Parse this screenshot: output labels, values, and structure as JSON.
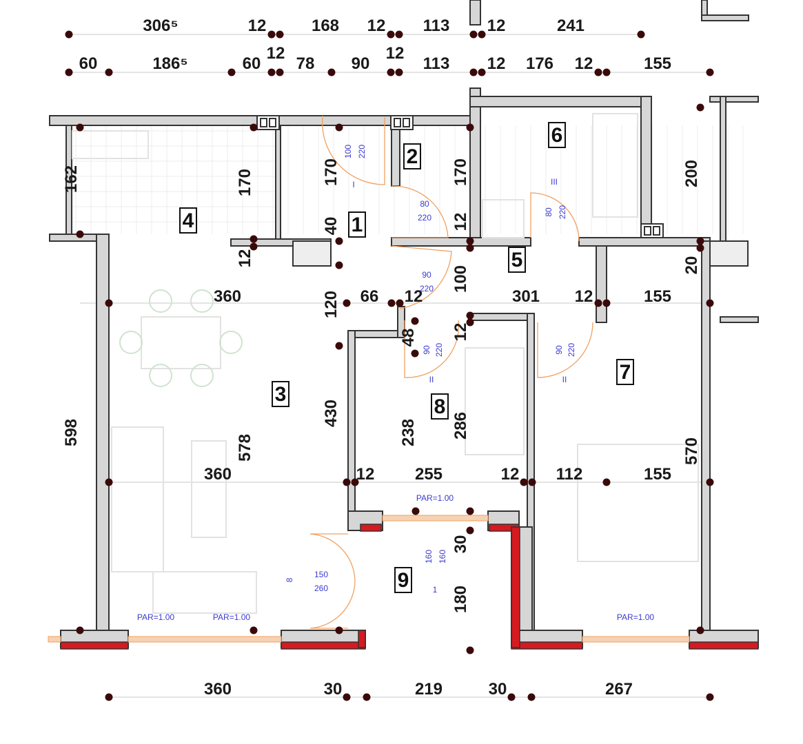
{
  "plan": {
    "top_row": [
      "306⁵",
      "12",
      "168",
      "12",
      "113",
      "12",
      "241"
    ],
    "second_row": [
      "60",
      "186⁵",
      "60",
      "12",
      "78",
      "90",
      "12",
      "113",
      "12",
      "176",
      "12",
      "155"
    ],
    "rooms": [
      "4",
      "1",
      "2",
      "6",
      "5",
      "3",
      "8",
      "7",
      "9"
    ],
    "interior": [
      "162",
      "170",
      "170",
      "170",
      "200",
      "40",
      "12",
      "12",
      "20",
      "120",
      "100",
      "48",
      "12",
      "598",
      "578",
      "430",
      "238",
      "286",
      "570",
      "30",
      "180",
      "360",
      "66",
      "12",
      "301",
      "12",
      "155",
      "360",
      "12",
      "255",
      "12",
      "112",
      "155"
    ],
    "bottom_row": [
      "360",
      "30",
      "219",
      "30",
      "267"
    ],
    "annotations": [
      "100",
      "220",
      "I",
      "80",
      "220",
      "80",
      "220",
      "III",
      "90",
      "220",
      "90",
      "220",
      "II",
      "90",
      "220",
      "II",
      "150",
      "260",
      "8",
      "160",
      "160",
      "1",
      "PAR=1.00",
      "PAR=1.00",
      "PAR=1.00",
      "PAR=1.00"
    ],
    "colors": {
      "wall": "#d6d6d6",
      "wall_outline": "#333333",
      "exterior_wall": "#d71920",
      "door": "#f0a060",
      "annotation": "#3a3ad0",
      "dot": "#3a0a0a"
    }
  }
}
